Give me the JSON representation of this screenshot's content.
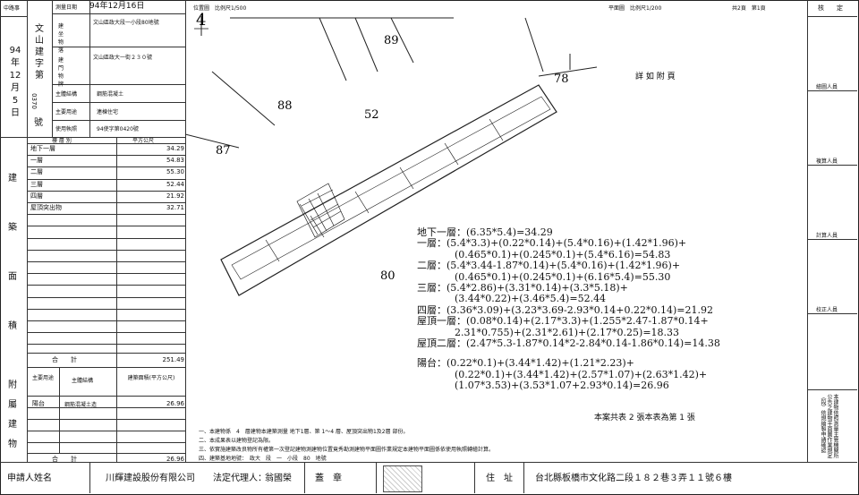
{
  "header": {
    "office_label": "中路事",
    "survey_date_label": "測量日期",
    "survey_date": "94年12月16日",
    "site_label": "建 坐 物 落",
    "site_value": "文山區政大段一小段80地號",
    "door_label": "建 門 物 牌",
    "door_value": "文山區政大一街２３０號",
    "structure_label": "主體結構",
    "structure_value": "鋼筋混凝土",
    "use_label": "主要用途",
    "use_value": "連棟住宅",
    "license_label": "使用執照",
    "license_value": "94使字第0420號",
    "registry_chars": [
      "文",
      "山",
      "建",
      "字",
      "第"
    ],
    "registry_number": "0370",
    "registry_suffix": "號",
    "date_chars": [
      "94",
      "年",
      "12",
      "月",
      "5",
      "日"
    ]
  },
  "floor_table": {
    "col_floor": "樓 層 別",
    "col_area": "平方公尺",
    "side_chars": [
      "建",
      "築",
      "面",
      "積"
    ],
    "rows": [
      {
        "floor": "地下一層",
        "area": "34.29"
      },
      {
        "floor": "一層",
        "area": "54.83"
      },
      {
        "floor": "二層",
        "area": "55.30"
      },
      {
        "floor": "三層",
        "area": "52.44"
      },
      {
        "floor": "四層",
        "area": "21.92"
      },
      {
        "floor": "屋頂突出物",
        "area": "32.71"
      }
    ],
    "total_label": "合　　計",
    "total_value": "251.49"
  },
  "annex_table": {
    "side_chars": [
      "附",
      "屬",
      "建",
      "物"
    ],
    "col_use": "主要用途",
    "col_struct": "主體結構",
    "col_area": "建築面積(平方公尺)",
    "rows": [
      {
        "use": "陽台",
        "struct": "鋼筋混凝土造",
        "area": "26.96"
      }
    ],
    "total_label": "合　　計",
    "total_value": "26.96"
  },
  "footer": {
    "applicant_label": "申請人姓名",
    "applicant_value": "川輝建設股份有限公司",
    "rep_label": "法定代理人：",
    "rep_value": "翁國榮",
    "seal_label": "蓋　章",
    "address_label": "住　址",
    "address_value": "台北縣板橋市文化路二段１８２巷３弄１１號６樓"
  },
  "drawing": {
    "location_label": "位置圖　比例尺1/500",
    "plan_label": "平面圖　比例尺1/200",
    "page_label": "共2頁　第1頁",
    "north_label": "4",
    "parcels": [
      "89",
      "88",
      "52",
      "78",
      "87",
      "80"
    ],
    "detail_label": "詳 如 附 頁",
    "calc_lines": [
      "地下一層：(6.35*5.4)=34.29",
      "一層：(5.4*3.3)+(0.22*0.14)+(5.4*0.16)+(1.42*1.96)+",
      "(0.465*0.1)+(0.245*0.1)+(5.4*6.16)=54.83",
      "二層：(5.4*3.44-1.87*0.14)+(5.4*0.16)+(1.42*1.96)+",
      "(0.465*0.1)+(0.245*0.1)+(6.16*5.4)=55.30",
      "三層：(5.4*2.86)+(3.31*0.14)+(3.3*5.18)+",
      "(3.44*0.22)+(3.46*5.4)=52.44",
      "四層：(3.36*3.09)+(3.23*3.69-2.93*0.14+0.22*0.14)=21.92",
      "屋頂一層：(0.08*0.14)+(2.17*3.3)+(1.255*2.47-1.87*0.14+",
      "2.31*0.755)+(2.31*2.61)+(2.17*0.25)=18.33",
      "屋頂二層：(2.47*5.3-1.87*0.14*2-2.84*0.14-1.86*0.14)=14.38",
      "陽台：(0.22*0.1)+(3.44*1.42)+(1.21*2.23)+",
      "(0.22*0.1)+(3.44*1.42)+(2.57*1.07)+(2.63*1.42)+",
      "(1.07*3.53)+(3.53*1.07+2.93*0.14)=26.96"
    ],
    "page_note": "本案共表 2 張本表為第 1 張",
    "notes": [
      "一、本建物係　4　層建物本建築測量 地下1層、第 1～4 層、屋頂突出物1及2層 部份。",
      "二、本成果表以建物登記為限。",
      "三、依實施建築改良物所有權第一次登記建物測建物位置竟秀勘測建物平面圖作業規定本建物平面圖係依使用執照轉繪計算。",
      "四、建築基地地號：　政大　段　一　小段　80　地號"
    ]
  },
  "right_col": {
    "header": "核　　定",
    "roles": [
      "繪圖人員",
      "複算人員",
      "計算人員",
      "校正人員"
    ],
    "vertical_note": "本建物依照測量主管機關所公告之建物平面圖作業規定（段）依規繪製申請確認"
  }
}
